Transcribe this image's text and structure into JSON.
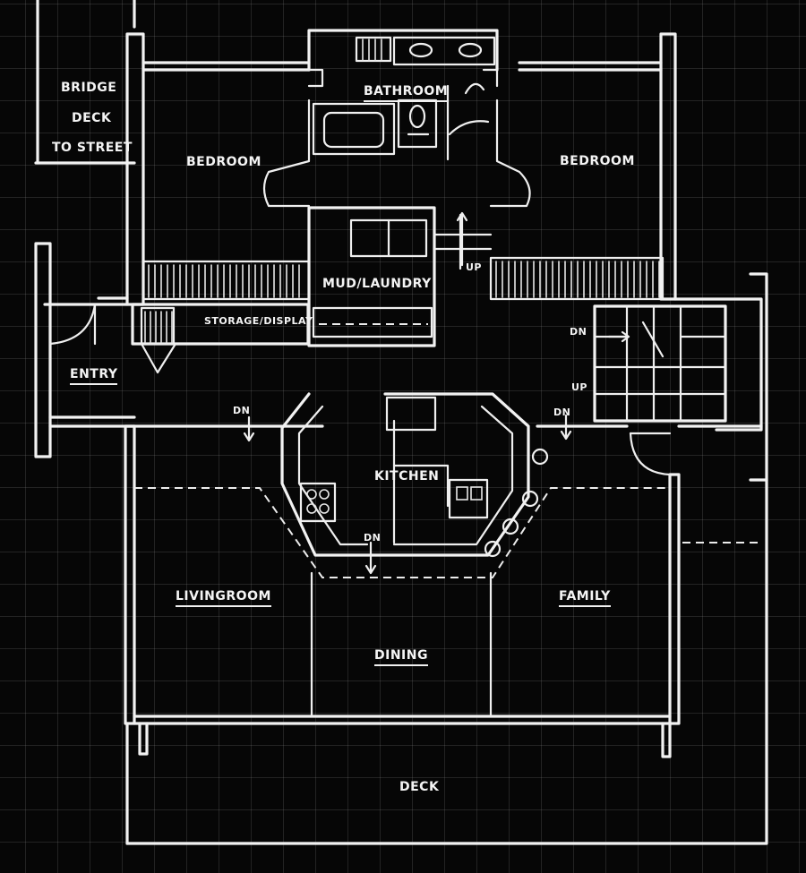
{
  "labels": {
    "bridge_line1": "BRIDGE",
    "bridge_line2": "DECK",
    "bridge_line3": "TO STREET",
    "bedroom_left": "BEDROOM",
    "bedroom_right": "BEDROOM",
    "bathroom": "BATHROOM",
    "mud_laundry": "MUD/LAUNDRY",
    "storage_display": "STORAGE/DISPLAY",
    "entry": "ENTRY",
    "kitchen": "KITCHEN",
    "livingroom": "LIVINGROOM",
    "family": "FAMILY",
    "dining": "DINING",
    "deck": "DECK",
    "up_center": "UP",
    "up_stair": "UP",
    "dn_stair": "DN",
    "dn_left": "DN",
    "dn_center": "DN",
    "dn_right": "DN"
  },
  "colors": {
    "line": "#f2f2f2",
    "background": "#060606",
    "grid": "#969696"
  }
}
